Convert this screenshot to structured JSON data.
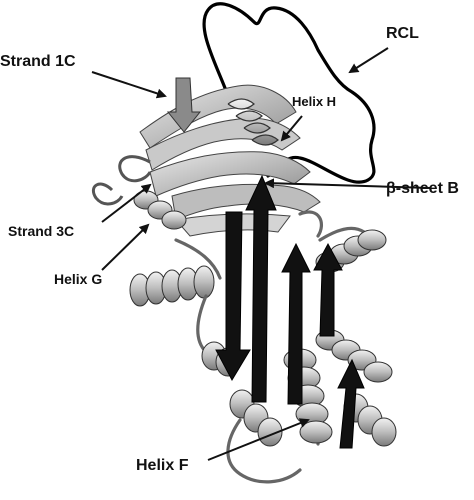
{
  "labels": {
    "strand_1c": "Strand 1C",
    "rcl": "RCL",
    "helix_h": "Helix H",
    "beta_sheet_b": "β-sheet B",
    "strand_3c": "Strand 3C",
    "helix_g": "Helix G",
    "helix_f": "Helix F"
  },
  "colors": {
    "background": "#ffffff",
    "ribbon_light": "#d8d8d8",
    "ribbon_mid": "#a9a9a9",
    "ribbon_dark": "#6e6e6e",
    "strand_black": "#111111",
    "rcl_loop": "#000000",
    "label": "#111111"
  }
}
